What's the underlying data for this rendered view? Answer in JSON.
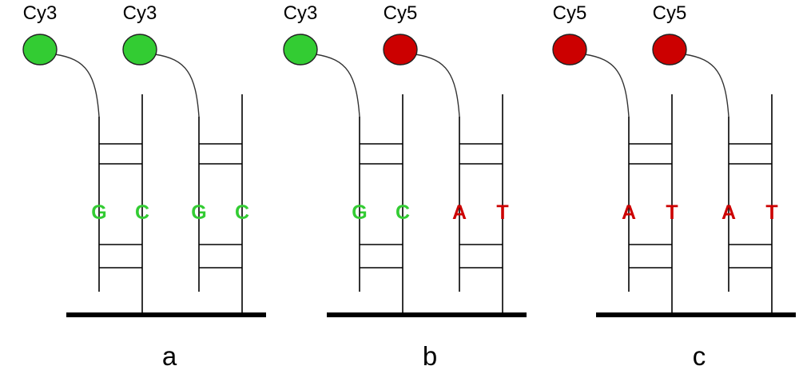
{
  "colors": {
    "Cy3": "#33cc33",
    "Cy5": "#cc0000",
    "dye_stroke": "#222222",
    "ink": "#000000"
  },
  "panels": [
    {
      "letter": "a",
      "probes": [
        {
          "dye": "Cy3",
          "base_left": "G",
          "base_right": "C"
        },
        {
          "dye": "Cy3",
          "base_left": "G",
          "base_right": "C"
        }
      ]
    },
    {
      "letter": "b",
      "probes": [
        {
          "dye": "Cy3",
          "base_left": "G",
          "base_right": "C"
        },
        {
          "dye": "Cy5",
          "base_left": "A",
          "base_right": "T"
        }
      ]
    },
    {
      "letter": "c",
      "probes": [
        {
          "dye": "Cy5",
          "base_left": "A",
          "base_right": "T"
        },
        {
          "dye": "Cy5",
          "base_left": "A",
          "base_right": "T"
        }
      ]
    }
  ]
}
